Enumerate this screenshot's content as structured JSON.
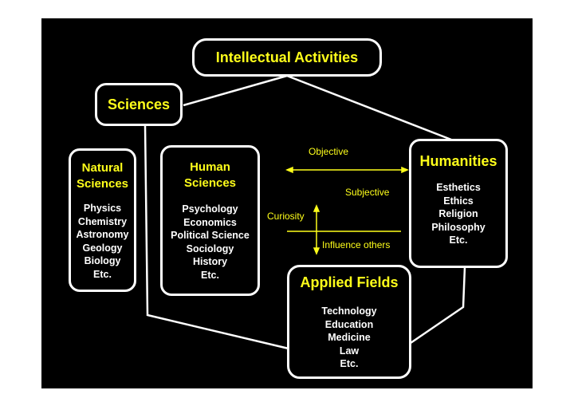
{
  "root": "Intellectual Activities",
  "sciences": "Sciences",
  "natural": {
    "title_line1": "Natural",
    "title_line2": "Sciences",
    "items": [
      "Physics",
      "Chemistry",
      "Astronomy",
      "Geology",
      "Biology",
      "Etc."
    ]
  },
  "human": {
    "title_line1": "Human",
    "title_line2": "Sciences",
    "items": [
      "Psychology",
      "Economics",
      "Political Science",
      "Sociology",
      "History",
      "Etc."
    ]
  },
  "humanities": {
    "title": "Humanities",
    "items": [
      "Esthetics",
      "Ethics",
      "Religion",
      "Philosophy",
      "Etc."
    ]
  },
  "applied": {
    "title": "Applied Fields",
    "items": [
      "Technology",
      "Education",
      "Medicine",
      "Law",
      "Etc."
    ]
  },
  "labels": {
    "objective": "Objective",
    "subjective": "Subjective",
    "curiosity": "Curiosity",
    "influence": "Influence others"
  }
}
